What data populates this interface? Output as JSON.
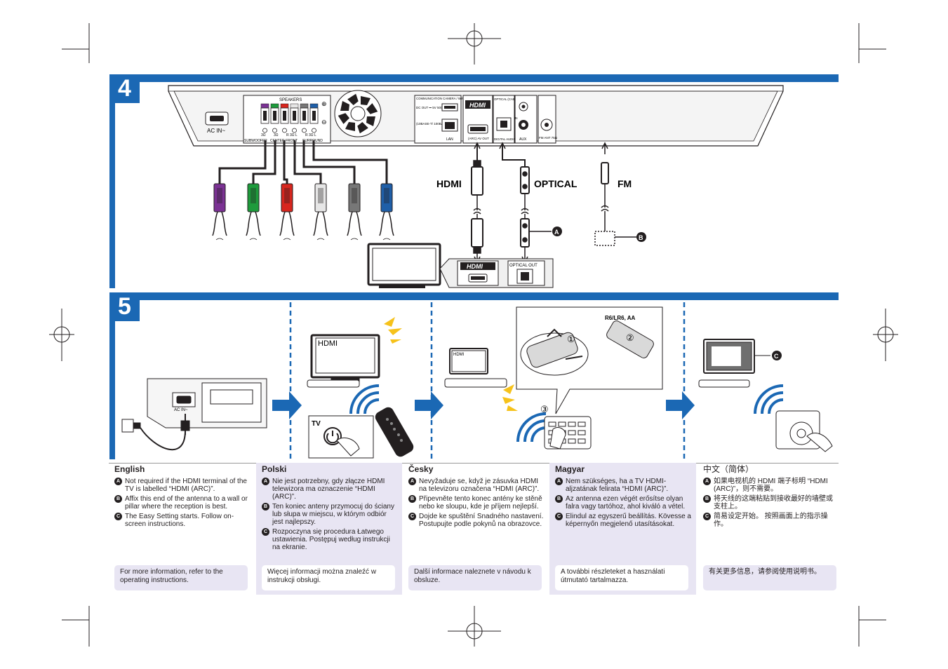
{
  "steps": {
    "step4": "4",
    "step5": "5"
  },
  "rear_panel": {
    "ac_in": "AC IN~",
    "speakers_title": "SPEAKERS",
    "speaker_channels": [
      "SUBWOOFER",
      "CENTER",
      "FRONT",
      "SURROUND"
    ],
    "ohm_lines": [
      "3Ω",
      "3Ω",
      "R 3Ω L",
      "R 3Ω L"
    ],
    "comm_label": "COMMUNICATION CAMERA / WIRELESS LAN",
    "dc_out": "DC OUT ⎓ 5V 500mA",
    "lan_spec": "(10BASE-T/ 100BASE-TX)",
    "lan": "LAN",
    "hdmi_logo": "HDMI",
    "arc_label": "(ARC) AV OUT",
    "optical_label": "OPTICAL (CABLE/SAT/ TV)",
    "digital_audio_in": "DIGITAL AUDIO IN",
    "aux_in": "IN",
    "aux": "AUX",
    "fm_ant": "FM ANT 75Ω"
  },
  "connection_labels": {
    "hdmi": "HDMI",
    "optical": "OPTICAL",
    "fm": "FM"
  },
  "markers": {
    "a": "A",
    "b": "B",
    "c": "C"
  },
  "tv_panel": {
    "hdmi_logo": "HDMI",
    "optical_out": "OPTICAL OUT"
  },
  "step5": {
    "tv_hdmi_label": "HDMI",
    "tv_small_hdmi": "HDMI",
    "tv_button": "TV",
    "battery": "R6/LR6, AA",
    "circle1": "①",
    "circle2": "②",
    "circle3": "③",
    "ac_in_small": "AC IN~"
  },
  "languages": [
    {
      "name": "English",
      "notes": [
        {
          "marker": "A",
          "text": "Not required if the HDMI terminal of the TV is labelled “HDMI (ARC)”."
        },
        {
          "marker": "B",
          "text": "Affix this end of the antenna to a wall or pillar where the reception is best."
        },
        {
          "marker": "C",
          "text": "The Easy Setting starts. Follow on-screen instructions."
        }
      ],
      "info": "For more information, refer to the operating instructions."
    },
    {
      "name": "Polski",
      "notes": [
        {
          "marker": "A",
          "text": "Nie jest potrzebny, gdy złącze HDMI telewizora ma oznaczenie “HDMI (ARC)”."
        },
        {
          "marker": "B",
          "text": "Ten koniec anteny przymocuj do ściany lub słupa w miejscu, w którym odbiór jest najlepszy."
        },
        {
          "marker": "C",
          "text": "Rozpoczyna się procedura Łatwego ustawienia. Postępuj według instrukcji na ekranie."
        }
      ],
      "info": "Więcej informacji można znaleźć w instrukcji obsługi."
    },
    {
      "name": "Česky",
      "notes": [
        {
          "marker": "A",
          "text": "Nevyžaduje se, když je zásuvka HDMI na televizoru označena “HDMI (ARC)”."
        },
        {
          "marker": "B",
          "text": "Připevněte tento konec antény ke stěně nebo ke sloupu, kde je příjem nejlepší."
        },
        {
          "marker": "C",
          "text": "Dojde ke spuštění Snadného nastavení. Postupujte podle pokynů na obrazovce."
        }
      ],
      "info": "Další informace naleznete v návodu k obsluze."
    },
    {
      "name": "Magyar",
      "notes": [
        {
          "marker": "A",
          "text": "Nem szükséges, ha a TV HDMI-aljzatának felirata “HDMI (ARC)”."
        },
        {
          "marker": "B",
          "text": "Az antenna ezen végét erősítse olyan falra vagy tartóhoz, ahol kiváló a vétel."
        },
        {
          "marker": "C",
          "text": "Elindul az egyszerű beállítás. Kövesse a képernyőn megjelenő utasításokat."
        }
      ],
      "info": "A további részleteket a használati útmutató tartalmazza."
    },
    {
      "name": "中文（简体）",
      "notes": [
        {
          "marker": "A",
          "text": "如果电视机的 HDMI 端子标明 “HDMI (ARC)”，则不需要。"
        },
        {
          "marker": "B",
          "text": "将天线的这端粘贴到接收最好的墙壁或支柱上。"
        },
        {
          "marker": "C",
          "text": "简易设定开始。 按照画面上的指示操作。"
        }
      ],
      "info": "有关更多信息，请参阅使用说明书。"
    }
  ],
  "colors": {
    "accent_blue": "#1b68b4",
    "subwoofer": "#7b3294",
    "center": "#1e9b3c",
    "front_r": "#d7261e",
    "front_l": "#e6e6e6",
    "surround_r": "#777777",
    "surround_l": "#1f5fa8",
    "lang_shade": "#e8e5f3"
  }
}
